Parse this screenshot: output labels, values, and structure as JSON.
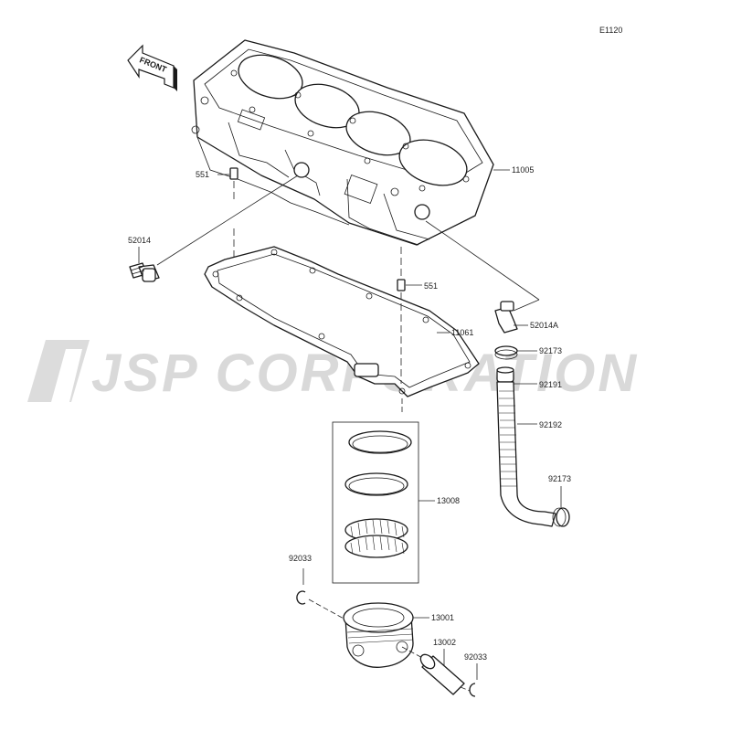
{
  "diagram_code": "E1120",
  "watermark": "JSP CORPORATION",
  "front_label": "FRONT",
  "parts": [
    {
      "id": "cylinder",
      "number": "11005"
    },
    {
      "id": "dowel-pin-upper",
      "number": "551"
    },
    {
      "id": "dowel-pin-lower",
      "number": "551"
    },
    {
      "id": "fitting",
      "number": "52014"
    },
    {
      "id": "fitting-a",
      "number": "52014A"
    },
    {
      "id": "gasket",
      "number": "11061"
    },
    {
      "id": "clamp-upper",
      "number": "92173"
    },
    {
      "id": "clamp-lower",
      "number": "92173"
    },
    {
      "id": "hose-end",
      "number": "92191"
    },
    {
      "id": "hose",
      "number": "92192"
    },
    {
      "id": "ring-set",
      "number": "13008"
    },
    {
      "id": "snap-ring-left",
      "number": "92033"
    },
    {
      "id": "piston",
      "number": "13001"
    },
    {
      "id": "piston-pin",
      "number": "13002"
    },
    {
      "id": "snap-ring-right",
      "number": "92033"
    }
  ]
}
